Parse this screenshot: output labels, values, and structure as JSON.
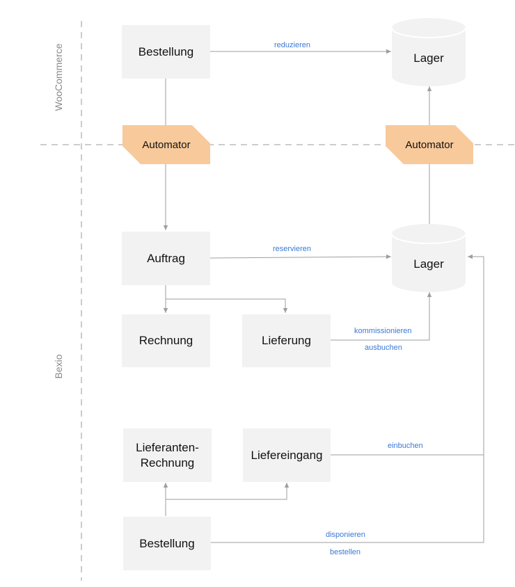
{
  "lanes": {
    "top": "WooCommerce",
    "bottom": "Bexio"
  },
  "nodes": {
    "bestellung_woo": "Bestellung",
    "lager_woo": "Lager",
    "automator_left": "Automator",
    "automator_right": "Automator",
    "auftrag": "Auftrag",
    "lager_bexio": "Lager",
    "rechnung": "Rechnung",
    "lieferung": "Lieferung",
    "lieferanten_rechnung": "Lieferanten-\nRechnung",
    "liefereingang": "Liefereingang",
    "bestellung_bexio": "Bestellung"
  },
  "edges": {
    "reduzieren": "reduzieren",
    "reservieren": "reservieren",
    "kommissionieren": "kommissionieren",
    "ausbuchen": "ausbuchen",
    "einbuchen": "einbuchen",
    "disponieren": "disponieren",
    "bestellen": "bestellen"
  },
  "colors": {
    "box_fill": "#f2f2f2",
    "automator_fill": "#f8c99a",
    "edge_label": "#3a78d6",
    "connector": "#9e9e9e",
    "divider": "#cccccc"
  }
}
